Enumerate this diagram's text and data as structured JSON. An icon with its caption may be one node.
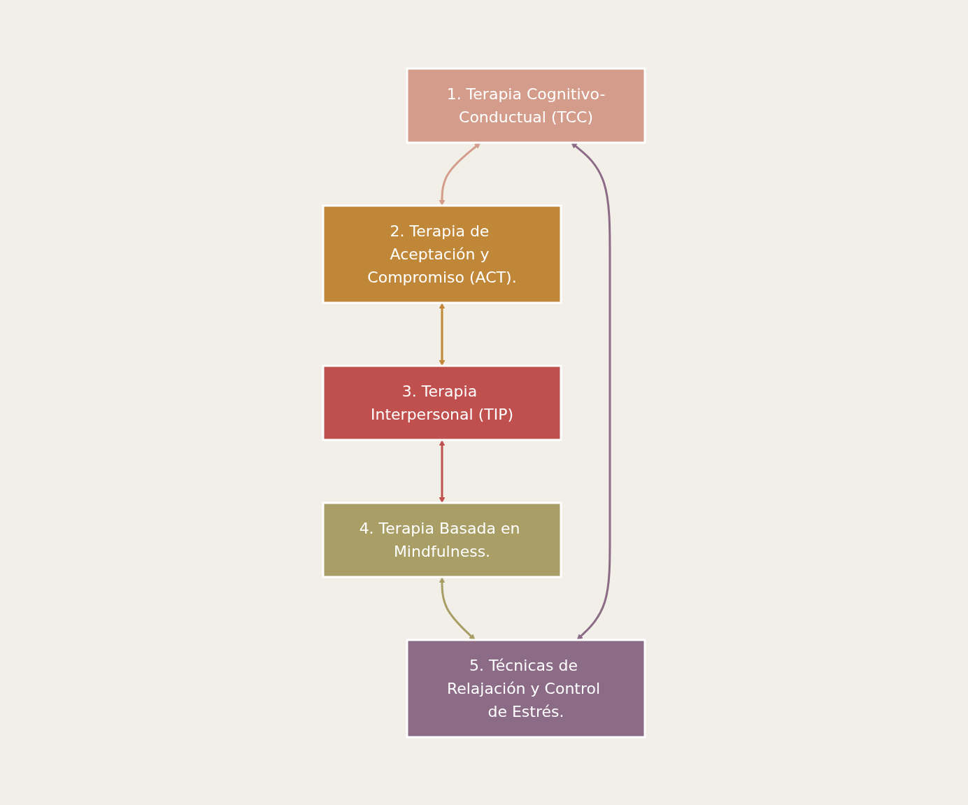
{
  "diagram": {
    "nodes": [
      {
        "text": [
          "1. Terapia Cognitivo-Conductual (TCC)"
        ]
      },
      {
        "text": [
          "2. Terapia de Aceptación y Compromiso (ACT)."
        ]
      },
      {
        "text": [
          "3. Terapia Interpersonal (TIP)"
        ]
      },
      {
        "text": [
          "4. Terapia Basada en Mindfulness."
        ]
      },
      {
        "text": [
          "5. Técnicas de Relajación y Control de Estrés."
        ]
      }
    ],
    "edges": [
      {
        "from": 0,
        "to": 1,
        "arrow": "both",
        "color": "#d49c8a"
      },
      {
        "from": 1,
        "to": 2,
        "arrow": "both",
        "color": "#c08739"
      },
      {
        "from": 2,
        "to": 3,
        "arrow": "both",
        "color": "#c0504d"
      },
      {
        "from": 3,
        "to": 4,
        "arrow": "both",
        "color": "#a89e66"
      },
      {
        "from": 4,
        "to": 0,
        "arrow": "both",
        "color": "#8c6b87"
      }
    ]
  }
}
